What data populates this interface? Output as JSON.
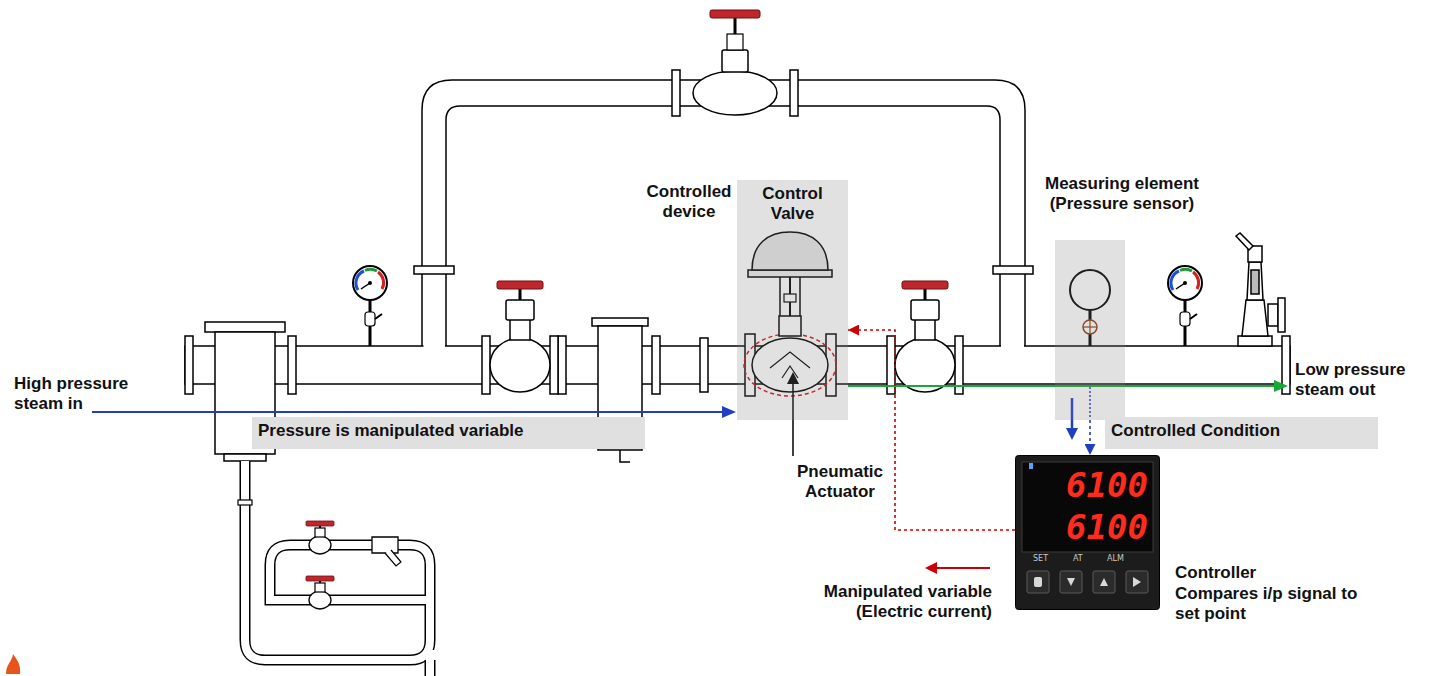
{
  "diagram": {
    "nodes": [
      {
        "text": [
          "Control Valve"
        ]
      },
      {
        "text": [
          "Measuring element (Pressure sensor)"
        ]
      },
      {
        "text": [
          "Pressure is manipulated variable"
        ]
      },
      {
        "text": [
          "Controlled Condition"
        ]
      },
      {
        "text": [
          "Controller",
          "Compares i/p signal to set point",
          "6100",
          "6100",
          "SET",
          "AT",
          "ALM"
        ]
      }
    ],
    "edges": [
      {
        "from": 1,
        "to": 4,
        "arrow": "to"
      },
      {
        "from": 4,
        "to": 0,
        "arrow": "to",
        "label": "Manipulated variable (Electric current)"
      }
    ],
    "labels": [
      "High pressure steam in",
      "Controlled device",
      "Low pressure steam out",
      "Pneumatic Actuator"
    ]
  }
}
